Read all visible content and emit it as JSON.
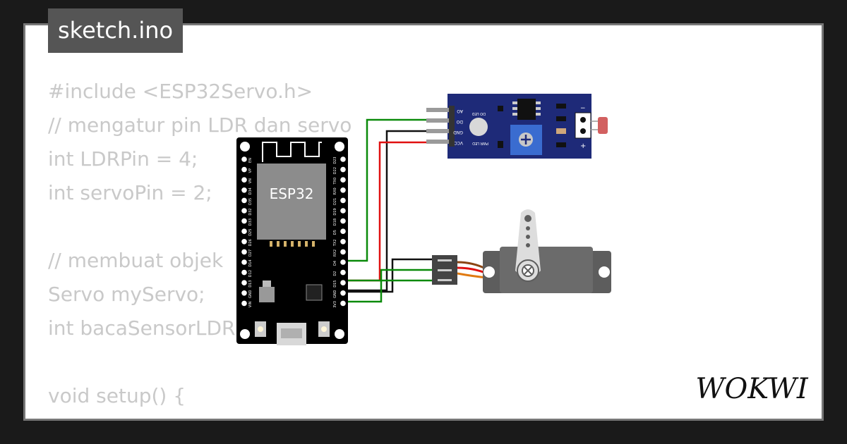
{
  "file_tab": {
    "title": "sketch.ino"
  },
  "code_lines": [
    "#include <ESP32Servo.h>",
    "// mengatur pin LDR dan servo",
    "int LDRPin = 4;",
    "int servoPin = 2;",
    "",
    "// membuat objek",
    "Servo myServo;",
    "int bacaSensorLDR;",
    "",
    "void setup() {",
    "  // ..."
  ],
  "esp32": {
    "chip_label": "ESP32",
    "left_pins": [
      "EN",
      "VP",
      "VN",
      "D34",
      "D35",
      "D32",
      "D33",
      "D25",
      "D26",
      "D27",
      "D14",
      "D12",
      "D13",
      "GND",
      "VIN"
    ],
    "right_pins": [
      "D23",
      "D22",
      "TX0",
      "RX0",
      "D21",
      "D19",
      "D18",
      "D5",
      "TX2",
      "RX2",
      "D4",
      "D2",
      "D15",
      "GND",
      "3V3"
    ]
  },
  "ldr_module": {
    "pin_labels": [
      "AO",
      "DO",
      "GND",
      "VCC"
    ],
    "led_labels": [
      "DO LED",
      "PWR LED"
    ],
    "terminal_labels": [
      "−",
      "+"
    ]
  },
  "wire_colors": {
    "green": "#0a8a0a",
    "black": "#111111",
    "red": "#e01010",
    "orange": "#e07a10",
    "brown": "#8b4513"
  },
  "brand": {
    "logo_text": "WOKWI"
  }
}
